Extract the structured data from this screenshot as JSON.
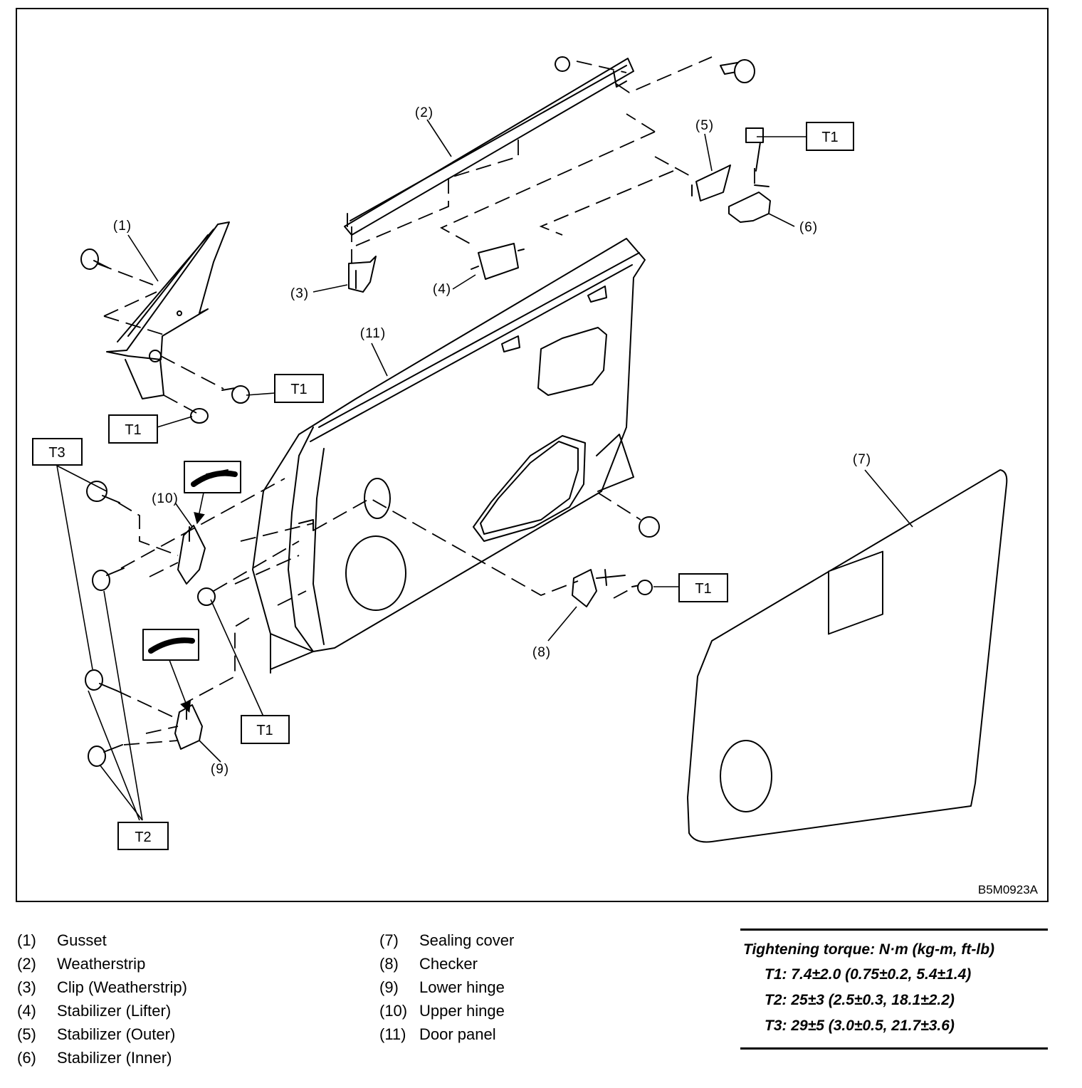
{
  "diagram": {
    "callouts": {
      "c1": "(1)",
      "c2": "(2)",
      "c3": "(3)",
      "c4": "(4)",
      "c5": "(5)",
      "c6": "(6)",
      "c7": "(7)",
      "c8": "(8)",
      "c9": "(9)",
      "c10": "(10)",
      "c11": "(11)"
    },
    "torque_tags": {
      "t1_a": "T1",
      "t1_b": "T1",
      "t1_c": "T1",
      "t1_d": "T1",
      "t1_e": "T1",
      "t2": "T2",
      "t3": "T3"
    },
    "figure_code": "B5M0923A"
  },
  "legend": {
    "left": [
      {
        "num": "(1)",
        "label": "Gusset"
      },
      {
        "num": "(2)",
        "label": "Weatherstrip"
      },
      {
        "num": "(3)",
        "label": "Clip (Weatherstrip)"
      },
      {
        "num": "(4)",
        "label": "Stabilizer (Lifter)"
      },
      {
        "num": "(5)",
        "label": "Stabilizer (Outer)"
      },
      {
        "num": "(6)",
        "label": "Stabilizer (Inner)"
      }
    ],
    "right": [
      {
        "num": "(7)",
        "label": "Sealing cover"
      },
      {
        "num": "(8)",
        "label": "Checker"
      },
      {
        "num": "(9)",
        "label": "Lower hinge"
      },
      {
        "num": "(10)",
        "label": "Upper hinge"
      },
      {
        "num": "(11)",
        "label": "Door panel"
      }
    ]
  },
  "torque": {
    "title": "Tightening torque: N·m (kg-m, ft-lb)",
    "specs": [
      "T1: 7.4±2.0 (0.75±0.2, 5.4±1.4)",
      "T2: 25±3 (2.5±0.3, 18.1±2.2)",
      "T3: 29±5 (3.0±0.5, 21.7±3.6)"
    ]
  }
}
